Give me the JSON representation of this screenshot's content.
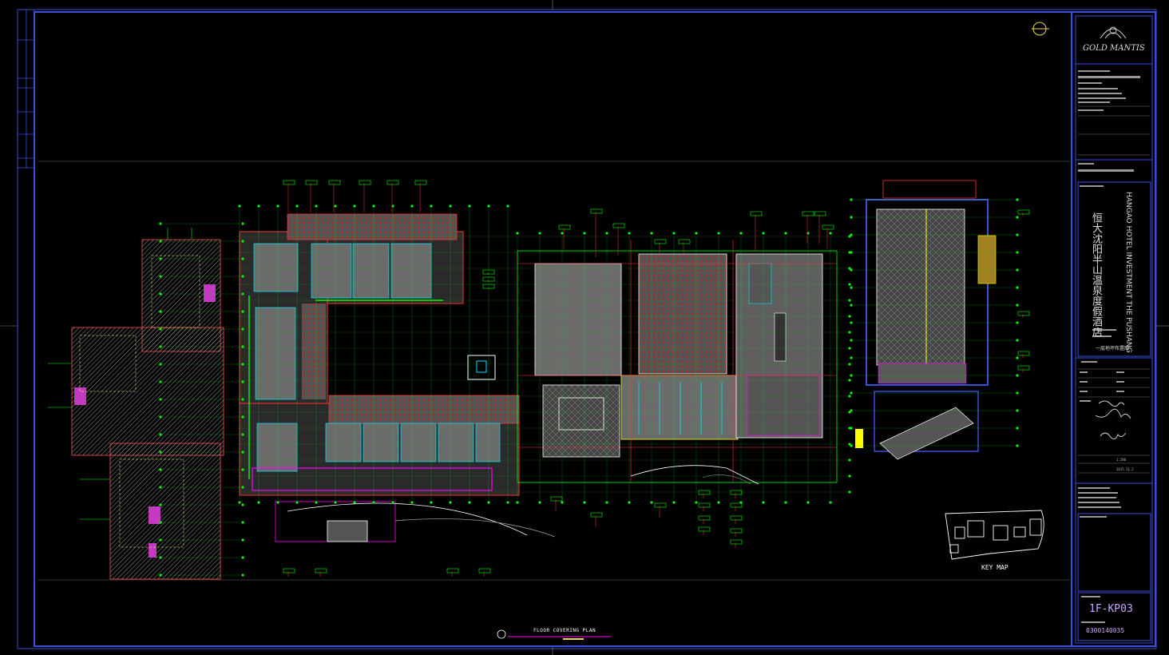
{
  "title_block": {
    "company_logo": "GOLD MANTIS",
    "project_name_cn": "恒大沈阳半山温泉度假酒店",
    "project_name_en": "HANGAO HOTEL INVESTMENT THE PUSHANG",
    "drawing_name_cn": "一层地坪布置图",
    "sheet_number": "1F-KP03",
    "drawing_code": "0300140035",
    "scale": "1:200",
    "date": "2015.11.2"
  },
  "drawing": {
    "plan_title": "FLOOR COVERING PLAN",
    "key_map_label": "KEY MAP"
  },
  "colors": {
    "background": "#000000",
    "frame": "#3a4fd8",
    "grid": "#00ff00",
    "walls": "#ff3030",
    "fill": "#6b6b6b",
    "accent_magenta": "#ff00ff",
    "accent_cyan": "#00e5ff",
    "accent_yellow": "#ffff00"
  }
}
